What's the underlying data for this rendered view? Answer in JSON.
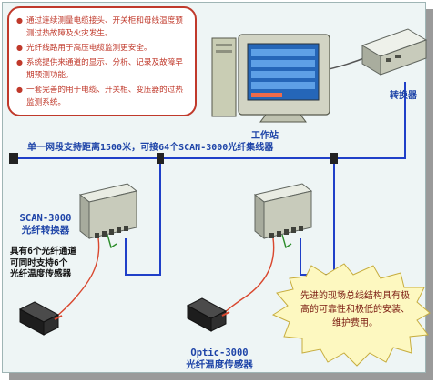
{
  "info_box": {
    "bullets": [
      "通过连续测量电缆接头、开关柜和母线温度预测过热故障及火灾发生。",
      "光纤线路用于高压电缆监测更安全。",
      "系统提供来通道的显示、分析、记录及故障早期预测功能。",
      "一套完善的用于电缆、开关柜、变压器的过热监测系统。"
    ]
  },
  "labels": {
    "workstation": "工作站",
    "converter": "转换器",
    "bus_line": "单一网段支持距离1500米，可接64个SCAN-3000光纤集线器",
    "scan_model": "SCAN-3000",
    "scan_desc": "光纤转换器",
    "channels": [
      "具有6个光纤通道",
      "可同时支持6个",
      "光纤温度传感器"
    ],
    "optic_model": "Optic-3000",
    "optic_desc": "光纤温度传感器",
    "feature": "先进的现场总线结构具有极高的可靠性和极低的安装、维护费用。"
  },
  "colors": {
    "bus": "#1f3fc8",
    "fiber": "#d9472e",
    "box_border": "#c0392b",
    "label": "#1e44a8",
    "feature_fill": "#fdf8c0"
  }
}
